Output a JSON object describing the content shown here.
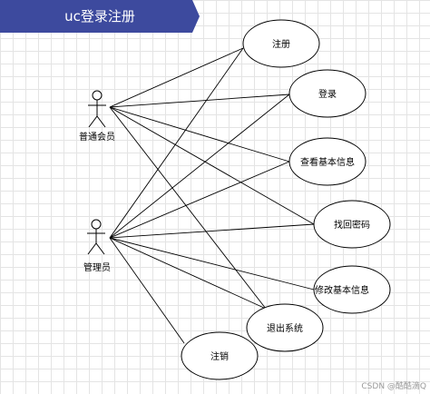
{
  "title": "uc登录注册",
  "actors": [
    {
      "id": "user",
      "label": "普通会员"
    },
    {
      "id": "admin",
      "label": "管理员"
    }
  ],
  "use_cases": [
    {
      "id": "register",
      "label": "注册"
    },
    {
      "id": "login",
      "label": "登录"
    },
    {
      "id": "view_info",
      "label": "查看基本信息"
    },
    {
      "id": "recover_password",
      "label": "找回密码"
    },
    {
      "id": "edit_info",
      "label": "修改基本信息"
    },
    {
      "id": "logout",
      "label": "退出系统"
    },
    {
      "id": "deregister",
      "label": "注销"
    }
  ],
  "associations": [
    {
      "from": "user",
      "to": "register"
    },
    {
      "from": "user",
      "to": "login"
    },
    {
      "from": "user",
      "to": "view_info"
    },
    {
      "from": "user",
      "to": "recover_password"
    },
    {
      "from": "user",
      "to": "logout"
    },
    {
      "from": "admin",
      "to": "login"
    },
    {
      "from": "admin",
      "to": "view_info"
    },
    {
      "from": "admin",
      "to": "recover_password"
    },
    {
      "from": "admin",
      "to": "edit_info"
    },
    {
      "from": "admin",
      "to": "logout"
    },
    {
      "from": "admin",
      "to": "deregister"
    },
    {
      "from": "admin",
      "to": "register"
    }
  ],
  "colors": {
    "title_background": "#3d4a9e",
    "stroke": "#000000",
    "fill": "#ffffff"
  },
  "watermark": "CSDN @酷酷滴Q"
}
